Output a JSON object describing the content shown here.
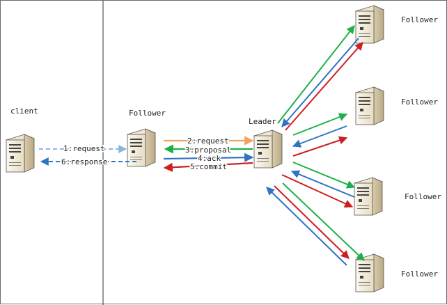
{
  "nodes": {
    "client": "client",
    "follower_left": "Follower",
    "leader": "Leader",
    "follower_r1": "Follower",
    "follower_r2": "Follower",
    "follower_r3": "Follower",
    "follower_r4": "Follower"
  },
  "messages": {
    "request_1": "1:request",
    "response_6": "6:response",
    "request_2": "2:request",
    "proposal_3": "3:proposal",
    "ack_4": "4:ack",
    "commit_5": "5:commit"
  },
  "colors": {
    "request": "#f5a15e",
    "proposal": "#1db04a",
    "ack": "#2f74c4",
    "commit": "#cf1e22",
    "client_request": "#8fb3e0",
    "client_response": "#2f74c4"
  },
  "icons": {
    "server": "server-tower-icon"
  }
}
